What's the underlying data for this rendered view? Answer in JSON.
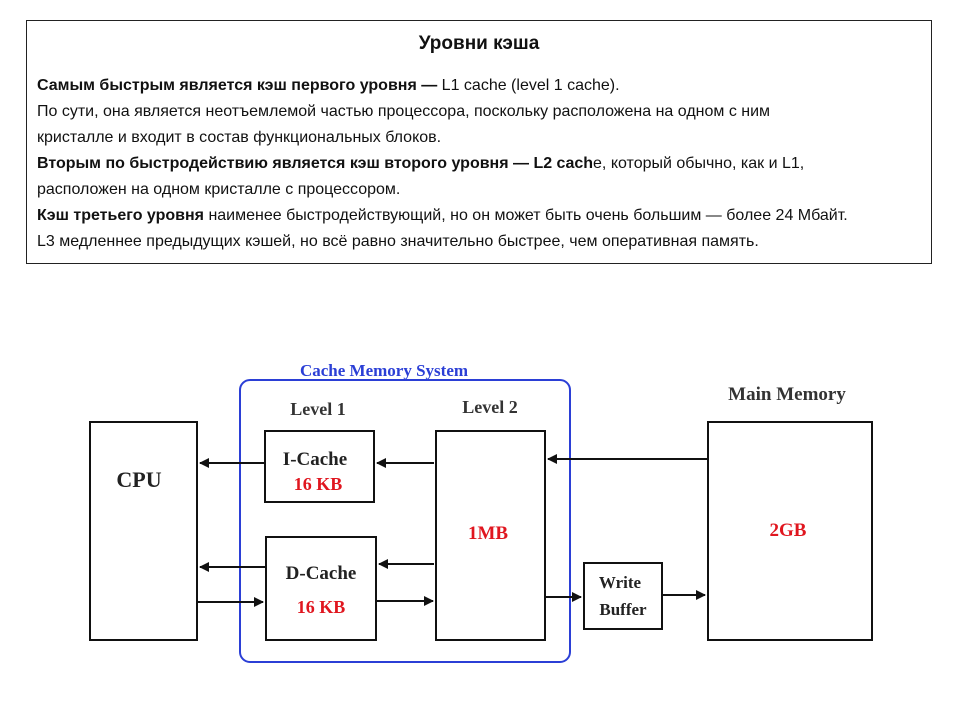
{
  "text_panel": {
    "title": "Уровни кэша",
    "l1_bold": "Самым быстрым является кэш первого уровня — ",
    "l1_term": "L1 cache (level 1 cache",
    "l1_tail": ").",
    "l1_line2": "По сути, она является неотъемлемой частью процессора, поскольку расположена на одном с ним",
    "l1_line3": "кристалле и входит в состав функциональных блоков.",
    "l2_bold": "Вторым по быстродействию является кэш второго уровня — L2 cach",
    "l2_tail": "е, который обычно, как и L1,",
    "l2_line2": "расположен на одном кристалле с процессором.",
    "l3_bold": "Кэш третьего уровня",
    "l3_tail": " наименее быстродействующий, но он может быть очень большим — более 24 Мбайт.",
    "l3_line2": "L3 медленнее предыдущих кэшей, но всё равно значительно быстрее, чем оперативная память."
  },
  "diagram": {
    "system_title": "Cache Memory System",
    "level1_label": "Level 1",
    "level2_label": "Level 2",
    "main_memory_label": "Main Memory",
    "cpu_label": "CPU",
    "icache_label": "I-Cache",
    "icache_size": "16 KB",
    "dcache_label": "D-Cache",
    "dcache_size": "16 KB",
    "l2_size": "1MB",
    "write_buffer_line1": "Write",
    "write_buffer_line2": "Buffer",
    "main_memory_size": "2GB",
    "colors": {
      "system_border": "#2b3fd6",
      "system_title": "#2b3fd6",
      "size_text": "#e0161f",
      "box_border": "#111111"
    }
  }
}
